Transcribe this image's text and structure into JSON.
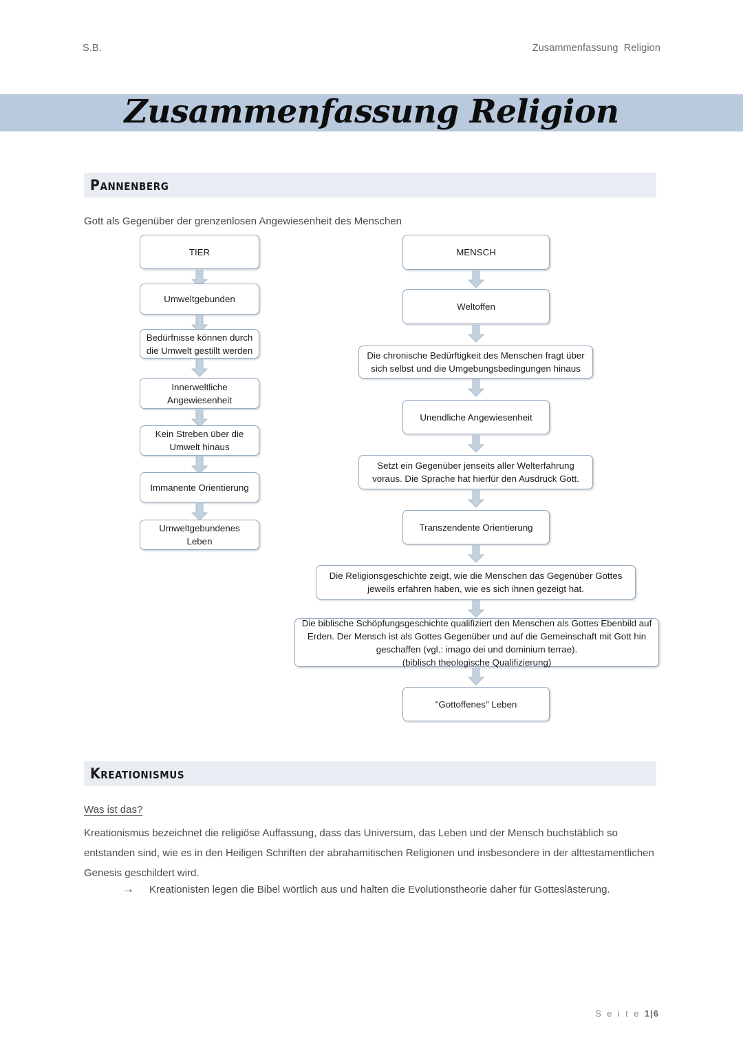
{
  "header": {
    "left": "S.B.",
    "right": "Zusammenfassung  Religion"
  },
  "title": "Zusammenfassung Religion",
  "colors": {
    "title_band": "#b9cade",
    "section_band": "#e9edf3",
    "node_border": "#93a9bf",
    "arrow_fill": "#c3d0de",
    "arrow_stroke": "#aebecd",
    "body_text": "#4a4a4a"
  },
  "sections": [
    {
      "id": "pannenberg",
      "heading": "Pannenberg"
    },
    {
      "id": "kreationismus",
      "heading": "Kreationismus"
    }
  ],
  "pannenberg": {
    "intro": "Gott als Gegenüber der grenzenlosen Angewiesenheit des Menschen",
    "left_branch": [
      "TIER",
      "Umweltgebunden",
      "Bedürfnisse können durch die Umwelt gestillt werden",
      "Innerweltliche Angewiesenheit",
      "Kein Streben über die Umwelt hinaus",
      "Immanente Orientierung",
      "Umweltgebundenes Leben"
    ],
    "right_branch": [
      "MENSCH",
      "Weltoffen",
      "Die chronische Bedürftigkeit des Menschen fragt über sich selbst und die Umgebungsbedingungen hinaus",
      "Unendliche Angewiesenheit",
      "Setzt ein Gegenüber jenseits aller Welterfahrung voraus. Die Sprache hat hierfür den Ausdruck Gott.",
      "Transzendente Orientierung",
      "Die Religionsgeschichte zeigt, wie die Menschen das Gegenüber Gottes jeweils erfahren haben, wie es sich ihnen gezeigt hat.",
      "Die biblische Schöpfungsgeschichte qualifiziert den Menschen als Gottes Ebenbild auf Erden. Der Mensch ist als Gottes Gegenüber und auf die Gemeinschaft mit Gott hin geschaffen (vgl.: imago dei und dominium terrae).\n(biblisch theologische Qualifizierung)",
      "\"Gottoffenes\" Leben"
    ]
  },
  "kreationismus": {
    "subheading": "Was ist das?",
    "paragraph": "Kreationismus bezeichnet die religiöse Auffassung, dass das Universum, das Leben und der Mensch buchstäblich so entstanden sind, wie es in den Heiligen Schriften der abrahamitischen Religionen und insbesondere in der alttestamentlichen Genesis geschildert wird.",
    "bullet_arrow": "→",
    "bullet": "Kreationisten legen die Bibel wörtlich aus und halten die Evolutionstheorie daher für Gotteslästerung."
  },
  "footer": {
    "label": "S e i t e",
    "page": "1",
    "separator": "|",
    "total": "6"
  }
}
